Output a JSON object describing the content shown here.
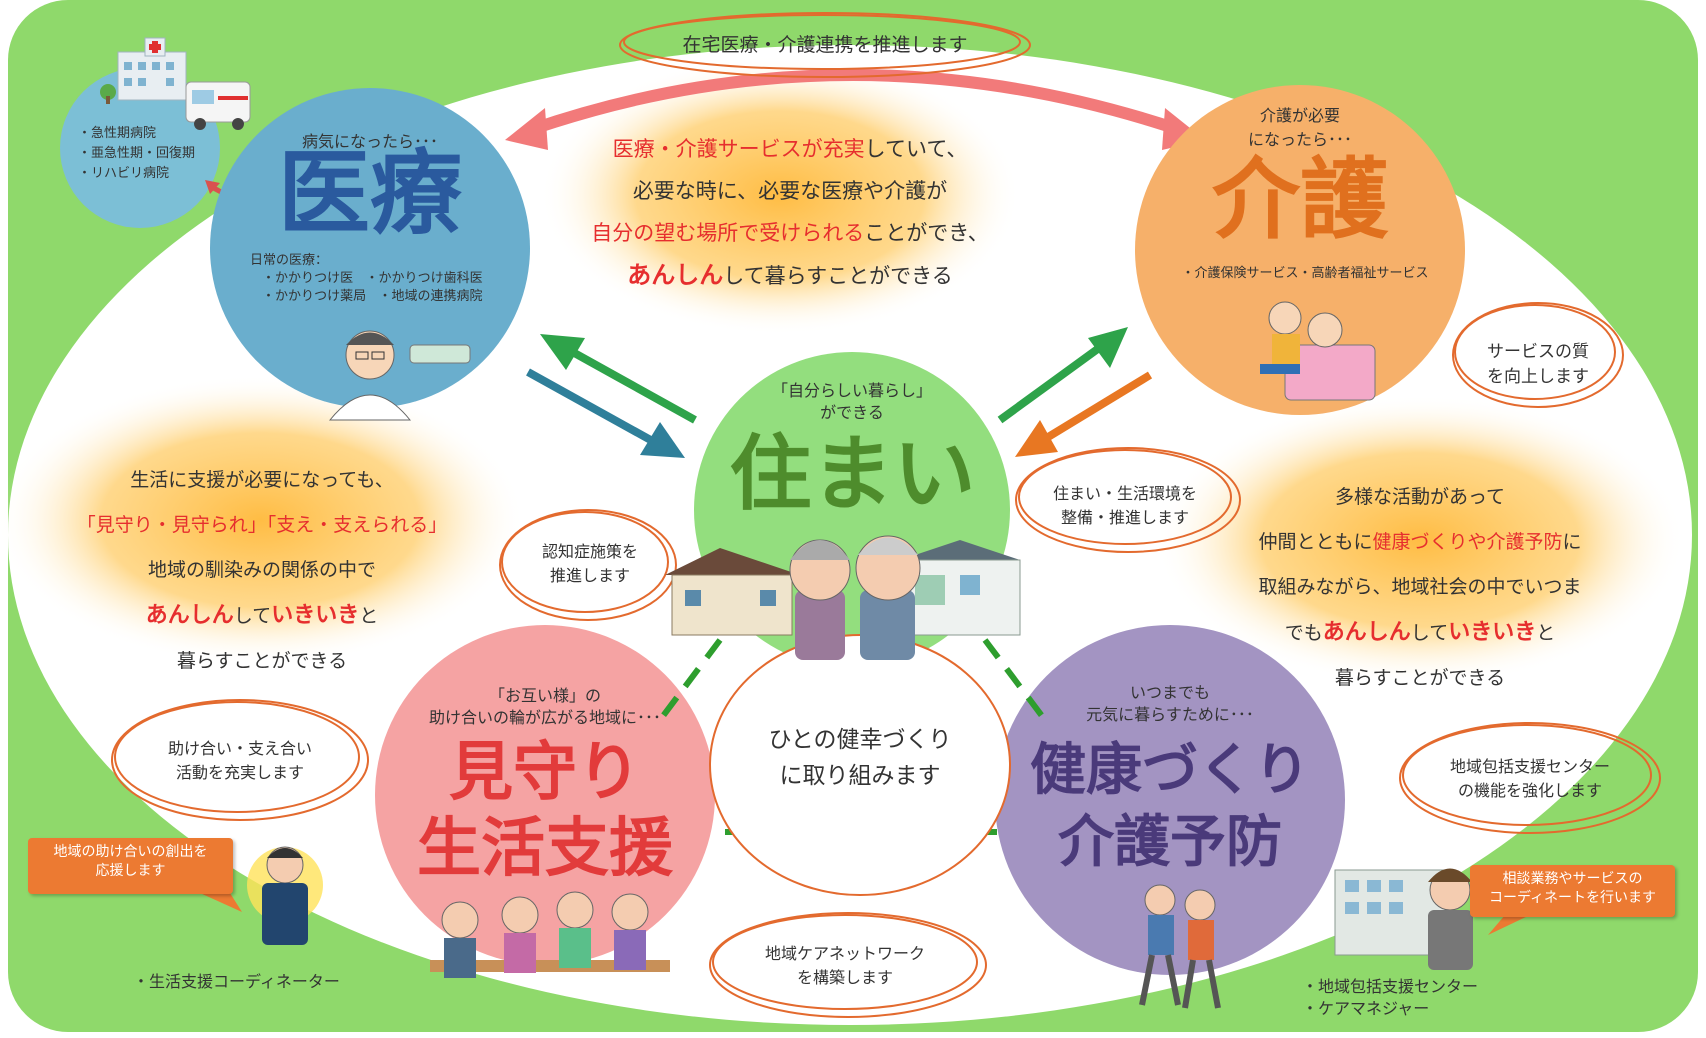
{
  "colors": {
    "outer_bg": "#8fd96b",
    "inner_ellipse": "#ffffff",
    "medical": "#6aaecd",
    "care": "#f6b06a",
    "housing": "#93de7e",
    "mimamori": "#f5a3a3",
    "kenko": "#a394c2",
    "glow": "#ffc04d",
    "accent_red": "#e62e2e",
    "oval_stroke": "#e36a2e"
  },
  "top_banner": "在宅医療・介護連携を推進します",
  "center_message": {
    "line1_hl": "医療・介護サービスが充実",
    "line1_rest": "していて、",
    "line2": "必要な時に、必要な医療や介護が",
    "line3_hl": "自分の望む場所で受けられる",
    "line3_rest": "ことができ、",
    "line4_hl": "あんしん",
    "line4_rest": "して暮らすことができる"
  },
  "hospital_bubble": {
    "items": [
      "・急性期病院",
      "・亜急性期・回復期",
      "・リハビリ病院"
    ]
  },
  "medical": {
    "intro": "病気になったら･･･",
    "title": "医療",
    "sub_title": "日常の医療：",
    "sub1": "・かかりつけ医",
    "sub2": "・かかりつけ歯科医",
    "sub3": "・かかりつけ薬局",
    "sub4": "・地域の連携病院"
  },
  "care": {
    "intro1": "介護が必要",
    "intro2": "になったら･･･",
    "title": "介護",
    "sub": "・介護保険サービス・高齢者福祉サービス"
  },
  "care_quality": {
    "line1": "サービスの質",
    "line2": "を向上します"
  },
  "housing": {
    "intro1": "「自分らしい暮らし」",
    "intro2": "ができる",
    "title": "住まい"
  },
  "housing_env": {
    "line1": "住まい・生活環境を",
    "line2": "整備・推進します"
  },
  "dementia": {
    "line1": "認知症施策を",
    "line2": "推進します"
  },
  "left_message": {
    "line1": "生活に支援が必要になっても、",
    "line2": "「見守り・見守られ」「支え・支えられる」",
    "line3": "地域の馴染みの関係の中で",
    "line4_hl1": "あんしん",
    "line4_mid": "して",
    "line4_hl2": "いきいき",
    "line4_end": "と",
    "line5": "暮らすことができる"
  },
  "right_message": {
    "line1": "多様な活動があって",
    "line2_start": "仲間とともに",
    "line2_hl": "健康づくりや介護予防",
    "line2_end": "に",
    "line3": "取組みながら、地域社会の中でいつま",
    "line4_start": "でも",
    "line4_hl1": "あんしん",
    "line4_mid": "して",
    "line4_hl2": "いきいき",
    "line4_end": "と",
    "line5": "暮らすことができる"
  },
  "mimamori": {
    "intro1": "「お互い様」の",
    "intro2": "助け合いの輪が広がる地域に･･･",
    "title1": "見守り",
    "title2": "生活支援"
  },
  "kenko": {
    "intro1": "いつまでも",
    "intro2": "元気に暮らすために･･･",
    "title1": "健康づくり",
    "title2": "介護予防"
  },
  "health_center": {
    "line1": "ひとの健幸づくり",
    "line2": "に取り組みます"
  },
  "mutual_aid": {
    "line1": "助け合い・支え合い",
    "line2": "活動を充実します"
  },
  "network": {
    "line1": "地域ケアネットワーク",
    "line2": "を構築します"
  },
  "hokatsu": {
    "line1": "地域包括支援センター",
    "line2": "の機能を強化します"
  },
  "callout_left": {
    "line1": "地域の助け合いの創出を",
    "line2": "応援します"
  },
  "callout_right": {
    "line1": "相談業務やサービスの",
    "line2": "コーディネートを行います"
  },
  "coordinator_label": "・生活支援コーディネーター",
  "hokatsu_label1": "・地域包括支援センター",
  "hokatsu_label2": "・ケアマネジャー"
}
